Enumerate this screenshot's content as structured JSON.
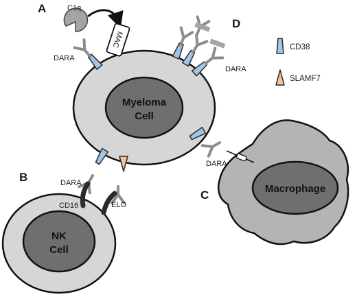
{
  "panels": {
    "a": "A",
    "b": "B",
    "c": "C",
    "d": "D"
  },
  "cells": {
    "myeloma": [
      "Myeloma",
      "Cell"
    ],
    "nk": [
      "NK",
      "Cell"
    ],
    "macrophage": "Macrophage"
  },
  "labels": {
    "c1q": "C1q",
    "mac": "MAC",
    "dara_a": "DARA",
    "dara_b": "DARA",
    "dara_c": "DARA",
    "dara_d": "DARA",
    "cd16": "CD16",
    "elo": "ELO"
  },
  "legend": [
    {
      "label": "CD38",
      "color": "#9ec6ea"
    },
    {
      "label": "SLAMF7",
      "color": "#f5c29a"
    }
  ],
  "colors": {
    "cell_outer": "#d6d6d6",
    "nucleus": "#6f6f6f",
    "macrophage": "#b4b4b4",
    "antibody": "#8c8c8c"
  }
}
